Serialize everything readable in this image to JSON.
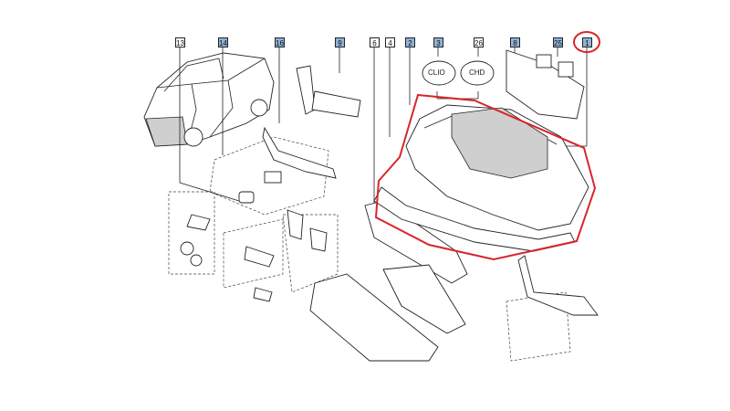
{
  "callouts": [
    {
      "label": "13",
      "highlight": false
    },
    {
      "label": "14",
      "highlight": true
    },
    {
      "label": "16",
      "highlight": true
    },
    {
      "label": "9",
      "highlight": true
    },
    {
      "label": "6",
      "highlight": false
    },
    {
      "label": "4",
      "highlight": false
    },
    {
      "label": "2",
      "highlight": true
    },
    {
      "label": "3",
      "highlight": true
    },
    {
      "label": "26",
      "highlight": false
    },
    {
      "label": "8",
      "highlight": true
    },
    {
      "label": "25",
      "highlight": true
    },
    {
      "label": "1",
      "highlight": true
    }
  ],
  "bubbles": {
    "left": "CLIO",
    "right": "CHD"
  },
  "colors": {
    "highlight_box": "#d9252b",
    "callout_fill": "#8fb3d9",
    "line": "#222222"
  }
}
